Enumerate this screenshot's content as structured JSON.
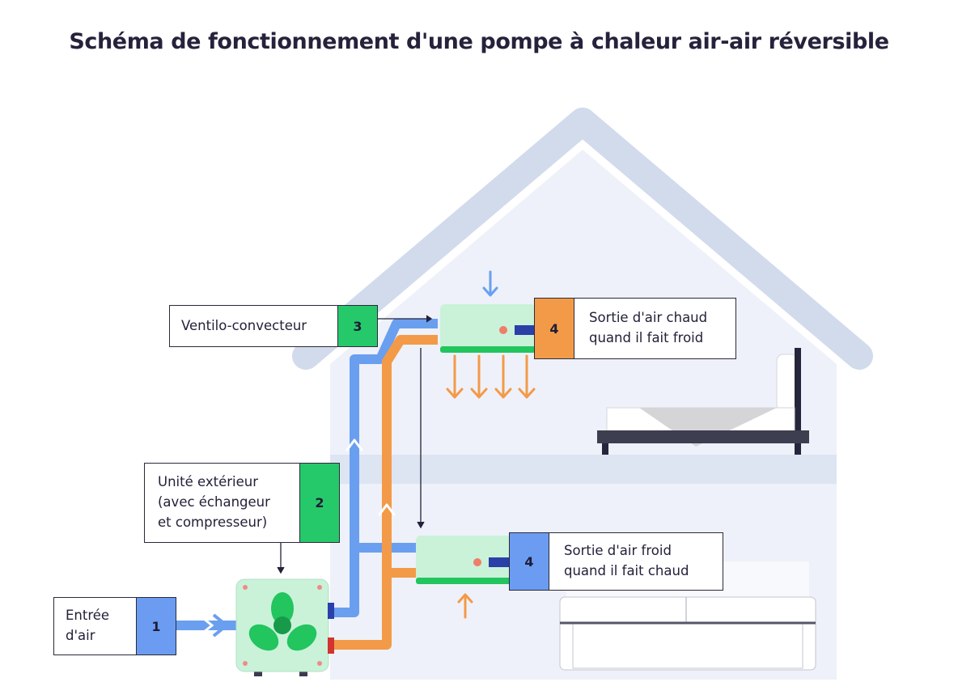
{
  "title": "Schéma de fonctionnement d'une pompe à chaleur air-air réversible",
  "colors": {
    "cold_line": "#6a9ff0",
    "hot_line": "#f39a48",
    "unit_green": "#22c55e",
    "unit_body": "#c9f2d9",
    "house": "#d2dbec",
    "badge_blue": "#6c9cf2",
    "badge_green": "#26c96a",
    "badge_orange": "#f39a48"
  },
  "labels": {
    "air_intake": {
      "text": "Entrée\nd'air",
      "number": "1"
    },
    "outdoor_unit": {
      "text": "Unité extérieur\n(avec échangeur\net compresseur)",
      "number": "2"
    },
    "fan_coil": {
      "text": "Ventilo-convecteur",
      "number": "3"
    },
    "hot_air_out": {
      "number": "4",
      "text": "Sortie d'air chaud\nquand il fait froid"
    },
    "cold_air_out": {
      "number": "4",
      "text": "Sortie d'air froid\nquand il fait chaud"
    }
  },
  "icons": [
    "fan-icon",
    "bed-icon",
    "sofa-icon",
    "house-icon"
  ]
}
